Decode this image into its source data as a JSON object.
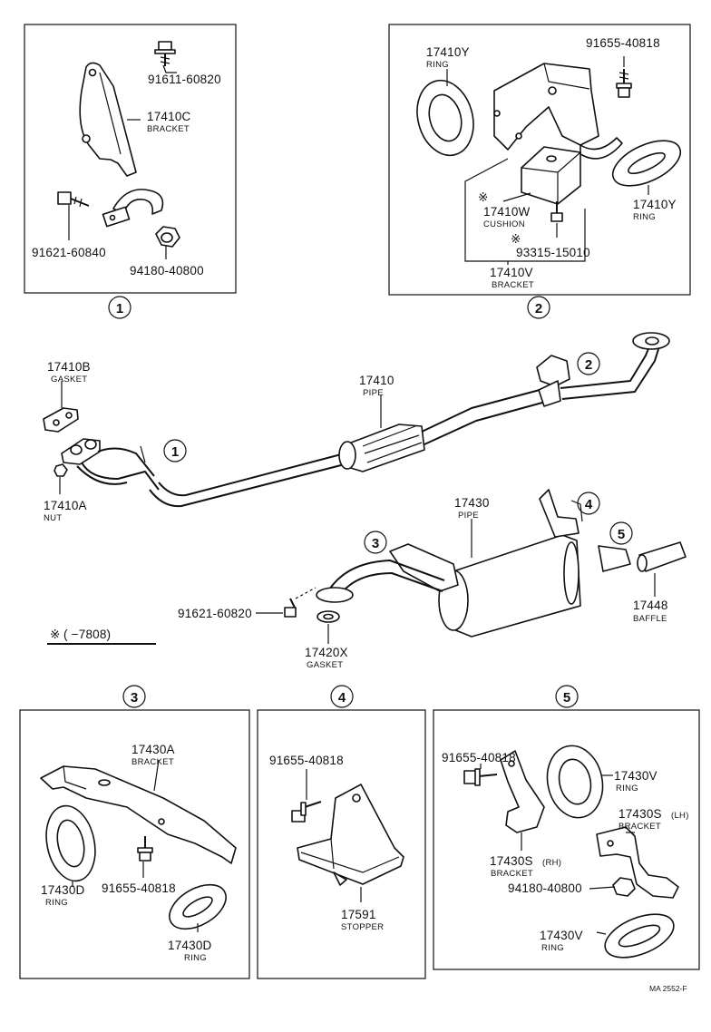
{
  "panels": {
    "p1": {
      "number": "1",
      "parts": [
        {
          "num": "91611-60820",
          "desc": ""
        },
        {
          "num": "17410C",
          "desc": "BRACKET"
        },
        {
          "num": "91621-60840",
          "desc": ""
        },
        {
          "num": "94180-40800",
          "desc": ""
        }
      ]
    },
    "p2": {
      "number": "2",
      "parts": [
        {
          "num": "17410Y",
          "desc": "RING"
        },
        {
          "num": "91655-40818",
          "desc": ""
        },
        {
          "num": "17410Y",
          "desc": "RING"
        },
        {
          "num": "17410W",
          "desc": "CUSHION",
          "mark": "※"
        },
        {
          "num": "93315-15010",
          "desc": "",
          "mark": "※"
        },
        {
          "num": "17410V",
          "desc": "BRACKET"
        }
      ]
    },
    "p3": {
      "number": "3",
      "parts": [
        {
          "num": "17430A",
          "desc": "BRACKET"
        },
        {
          "num": "17430D",
          "desc": "RING"
        },
        {
          "num": "91655-40818",
          "desc": ""
        },
        {
          "num": "17430D",
          "desc": "RING"
        }
      ]
    },
    "p4": {
      "number": "4",
      "parts": [
        {
          "num": "91655-40818",
          "desc": ""
        },
        {
          "num": "17591",
          "desc": "STOPPER"
        }
      ]
    },
    "p5": {
      "number": "5",
      "parts": [
        {
          "num": "91655-40818",
          "desc": ""
        },
        {
          "num": "17430V",
          "desc": "RING"
        },
        {
          "num": "17430S",
          "side": "(LH)",
          "desc": "BRACKET"
        },
        {
          "num": "17430S",
          "side": "(RH)",
          "desc": "BRACKET"
        },
        {
          "num": "94180-40800",
          "desc": ""
        },
        {
          "num": "17430V",
          "desc": "RING"
        }
      ]
    }
  },
  "main": {
    "parts": [
      {
        "num": "17410B",
        "desc": "GASKET"
      },
      {
        "num": "17410A",
        "desc": "NUT"
      },
      {
        "num": "17410",
        "desc": "PIPE"
      },
      {
        "num": "17430",
        "desc": "PIPE"
      },
      {
        "num": "17448",
        "desc": "BAFFLE"
      },
      {
        "num": "91621-60820",
        "desc": ""
      },
      {
        "num": "17420X",
        "desc": "GASKET"
      }
    ],
    "callouts": [
      "1",
      "2",
      "3",
      "4",
      "5"
    ],
    "note": {
      "mark": "※",
      "text": "(     −7808)"
    }
  },
  "footer": {
    "code": "MA 2552-F"
  }
}
